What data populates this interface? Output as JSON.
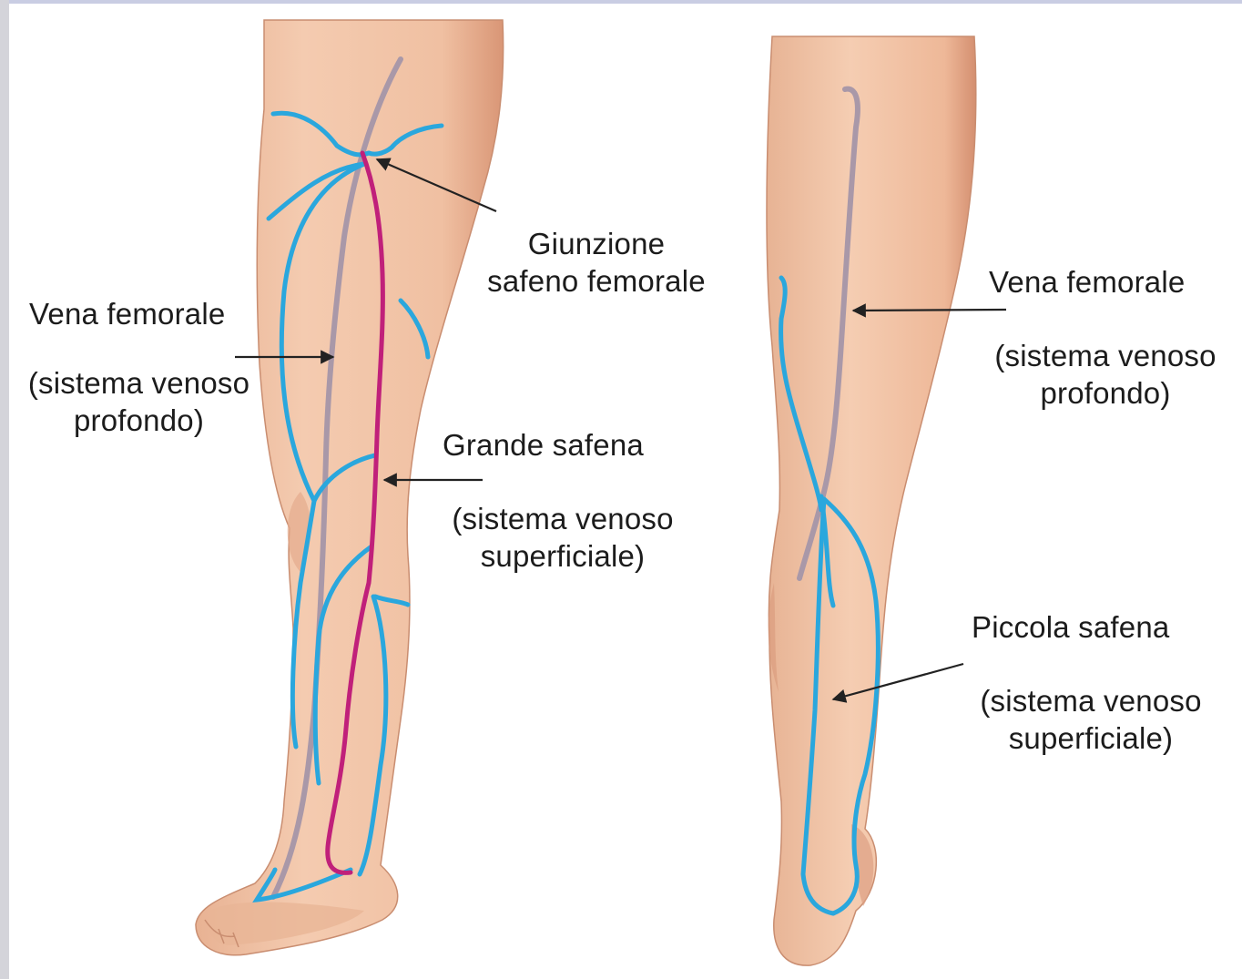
{
  "labels": {
    "left_leg": {
      "femoral_vein": "Vena femorale",
      "femoral_vein_system_line1": "(sistema venoso",
      "femoral_vein_system_line2": "profondo)",
      "junction_line1": "Giunzione",
      "junction_line2": "safeno femorale",
      "great_saphenous": "Grande safena",
      "great_saphenous_system_line1": "(sistema venoso",
      "great_saphenous_system_line2": "superficiale)"
    },
    "right_leg": {
      "femoral_vein": "Vena femorale",
      "femoral_vein_system_line1": "(sistema venoso",
      "femoral_vein_system_line2": "profondo)",
      "small_saphenous": "Piccola safena",
      "small_saphenous_system_line1": "(sistema venoso",
      "small_saphenous_system_line2": "superficiale)"
    }
  },
  "colors": {
    "skin": "#f0c2a4",
    "skin_shadow": "#d99a7c",
    "deep_vein": "#a898a8",
    "superficial_vein": "#2aa7dd",
    "great_saphenous": "#c0207a",
    "arrow": "#222222",
    "frame": "#c9cde3"
  }
}
